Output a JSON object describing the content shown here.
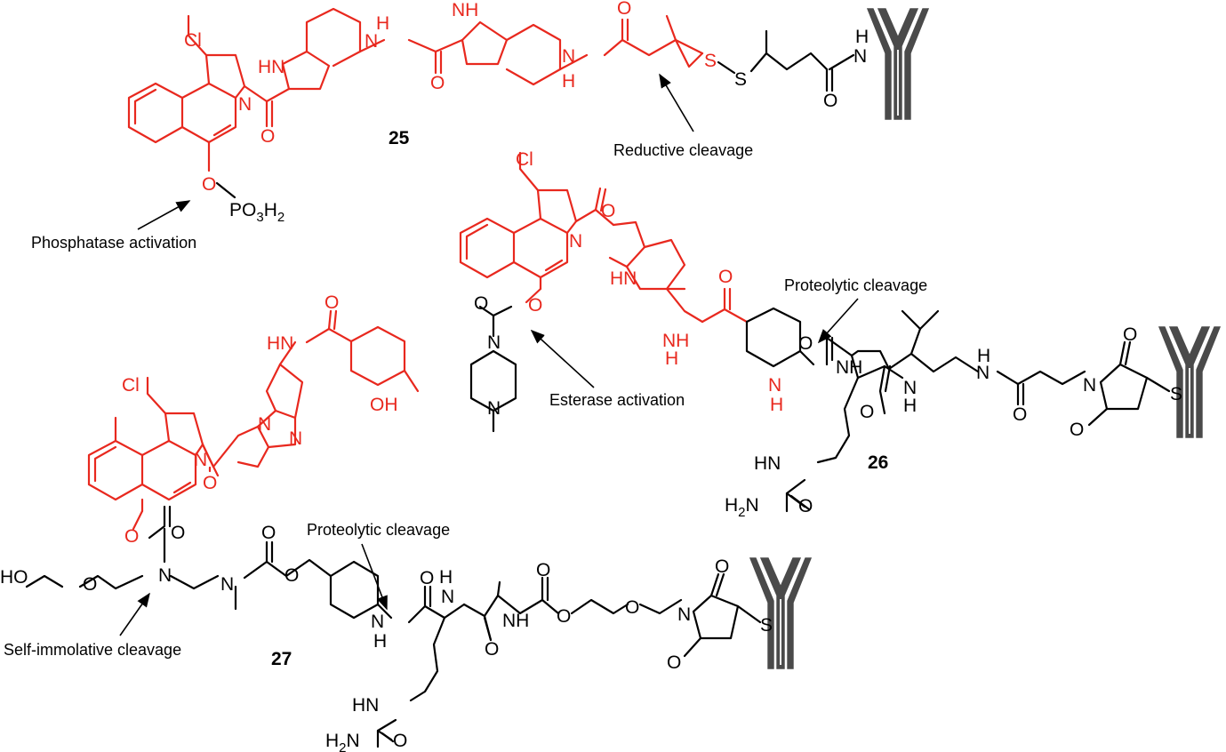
{
  "compounds": {
    "c25": "25",
    "c26": "26",
    "c27": "27"
  },
  "annotations": {
    "phosphatase": "Phosphatase activation",
    "reductive": "Reductive cleavage",
    "proteolytic_26": "Proteolytic cleavage",
    "esterase": "Esterase activation",
    "proteolytic_27": "Proteolytic cleavage",
    "self_immolative": "Self-immolative cleavage"
  },
  "atoms": {
    "cl": "Cl",
    "n": "N",
    "nh": "NH",
    "hn": "HN",
    "h": "H",
    "o": "O",
    "s": "S",
    "oh": "OH",
    "ho": "HO",
    "po3h2_main": "PO",
    "po3h2_sub1": "3",
    "po3h2_mid": "H",
    "po3h2_sub2": "2",
    "h2n_main": "H",
    "h2n_sub": "2",
    "h2n_end": "N"
  },
  "colors": {
    "payload": "#e8281e",
    "linker": "#000000",
    "antibody": "#4a4a4a"
  }
}
